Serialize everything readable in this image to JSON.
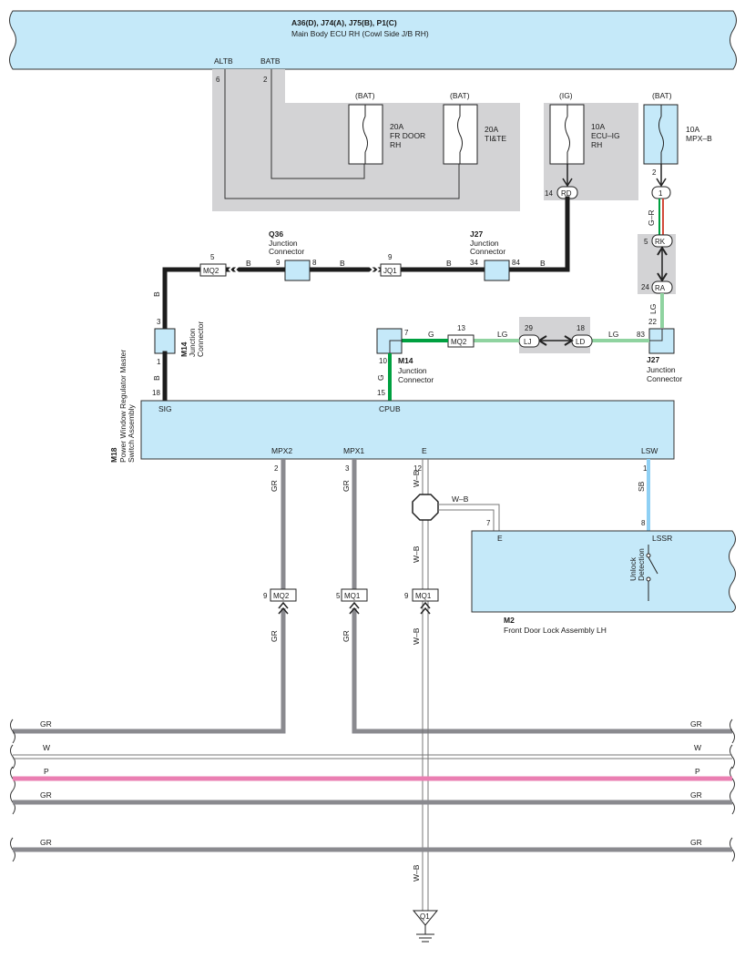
{
  "ecu_top": {
    "title": "A36(D), J74(A), J75(B), P1(C)",
    "subtitle": "Main Body ECU RH (Cowl Side J/B RH)",
    "pin_altb": "ALTB",
    "pin_batb": "BATB",
    "pin_altb_num": "6",
    "pin_batb_num": "2"
  },
  "fuses": [
    {
      "src": "(BAT)",
      "line1": "20A",
      "line2": "FR DOOR",
      "line3": "RH"
    },
    {
      "src": "(BAT)",
      "line1": "20A",
      "line2": "TI&TE",
      "line3": ""
    },
    {
      "src": "(IG)",
      "line1": "10A",
      "line2": "ECU–IG",
      "line3": "RH"
    },
    {
      "src": "(BAT)",
      "line1": "10A",
      "line2": "MPX–B",
      "line3": ""
    }
  ],
  "connectors": {
    "rd": {
      "pin": "14",
      "label": "RD"
    },
    "one": {
      "pin": "2",
      "label": "1"
    },
    "rk": {
      "pin": "5",
      "label": "RK"
    },
    "ra": {
      "pin": "24",
      "label": "RA"
    },
    "mq2_top": {
      "pin": "5",
      "label": "MQ2"
    },
    "jq1": {
      "pin": "9",
      "label": "JQ1"
    },
    "lj": {
      "pin": "29",
      "label": "LJ"
    },
    "ld": {
      "pin": "18",
      "label": "LD"
    },
    "mq2_mid": {
      "pin": "13",
      "label": "MQ2"
    },
    "mq2_bot": {
      "pin": "9",
      "label": "MQ2"
    },
    "mq1_a": {
      "pin": "5",
      "label": "MQ1"
    },
    "mq1_b": {
      "pin": "9",
      "label": "MQ1"
    },
    "q1": {
      "label": "Q1"
    }
  },
  "junctions": {
    "q36": {
      "id": "Q36",
      "name1": "Junction",
      "name2": "Connector",
      "pin_l": "9",
      "pin_r": "8"
    },
    "j27_top": {
      "id": "J27",
      "name1": "Junction",
      "name2": "Connector",
      "pin_l": "34",
      "pin_r": "84"
    },
    "m14_left": {
      "id": "M14",
      "name1": "Junction",
      "name2": "Connector",
      "pin_t": "3",
      "pin_b": "1"
    },
    "m14_mid": {
      "id": "M14",
      "name1": "Junction",
      "name2": "Connector",
      "pin_r": "7",
      "pin_b": "10"
    },
    "j27_right": {
      "id": "J27",
      "name1": "Junction",
      "name2": "Connector",
      "pin_t": "22",
      "pin_l": "83"
    }
  },
  "wire_colors": {
    "b": "B",
    "gr": "GR",
    "g": "G",
    "lg": "LG",
    "sb": "SB",
    "wb": "W–B",
    "w": "W",
    "p": "P",
    "g_r": "G–R"
  },
  "m18": {
    "id": "M18",
    "name1": "Power Window Regulator Master",
    "name2": "Switch Assembly",
    "pin_sig": "SIG",
    "pin_cpub": "CPUB",
    "pin_mpx2": "MPX2",
    "pin_mpx1": "MPX1",
    "pin_e": "E",
    "pin_lsw": "LSW",
    "n_sig": "18",
    "n_cpub": "15",
    "n_mpx2": "2",
    "n_mpx1": "3",
    "n_e": "12",
    "n_lsw": "1"
  },
  "m2": {
    "id": "M2",
    "name": "Front Door Lock Assembly LH",
    "pin_e": "E",
    "pin_lssr": "LSSR",
    "n_e": "7",
    "n_lssr": "8",
    "switch_label1": "Unlock",
    "switch_label2": "Detection"
  },
  "misc_pins": {
    "b_top_left": "B",
    "b_between": "B",
    "b_right": "B",
    "b_after_mq2": "B",
    "b_after_jq1": "B",
    "g_pin_bottom": "G"
  }
}
